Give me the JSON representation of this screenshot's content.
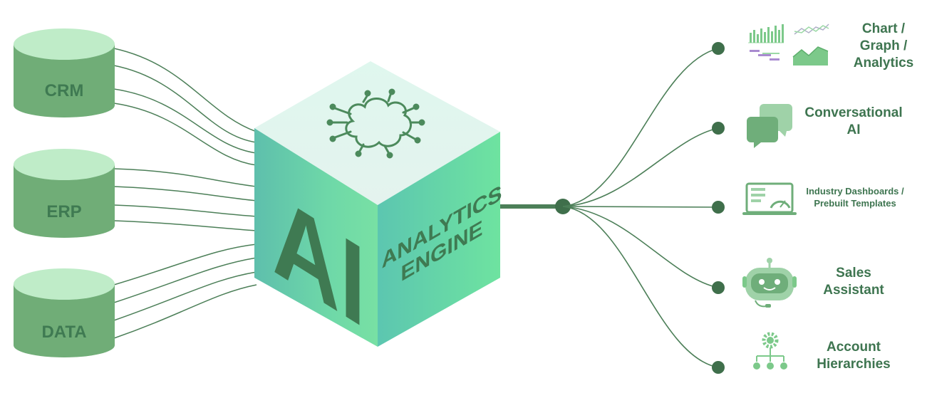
{
  "sources": [
    {
      "label": "CRM"
    },
    {
      "label": "ERP"
    },
    {
      "label": "DATA"
    }
  ],
  "engine": {
    "cube_front_text": "AI",
    "cube_side_line1": "ANALYTICS",
    "cube_side_line2": "ENGINE",
    "top_icon": "brain-circuit-icon"
  },
  "outputs": [
    {
      "lines": [
        "Chart /",
        "Graph /",
        "Analytics"
      ],
      "icon": "chart-thumbnails-icon"
    },
    {
      "lines": [
        "Conversational",
        "AI"
      ],
      "icon": "chat-bubbles-icon"
    },
    {
      "lines": [
        "Industry Dashboards /",
        "Prebuilt Templates"
      ],
      "icon": "laptop-dashboard-icon"
    },
    {
      "lines": [
        "Sales",
        "Assistant"
      ],
      "icon": "robot-assistant-icon"
    },
    {
      "lines": [
        "Account",
        "Hierarchies"
      ],
      "icon": "hierarchy-gear-icon"
    }
  ],
  "colors": {
    "line": "#4c7f58",
    "dark_green": "#3f7a52",
    "db_body": "#70ad77",
    "db_top": "#bfecc8"
  }
}
